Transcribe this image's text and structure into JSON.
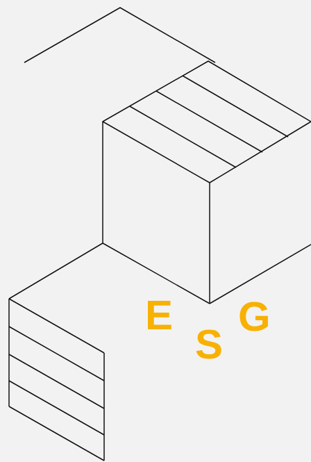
{
  "diagram": {
    "labels": [
      "E",
      "S",
      "G"
    ]
  }
}
